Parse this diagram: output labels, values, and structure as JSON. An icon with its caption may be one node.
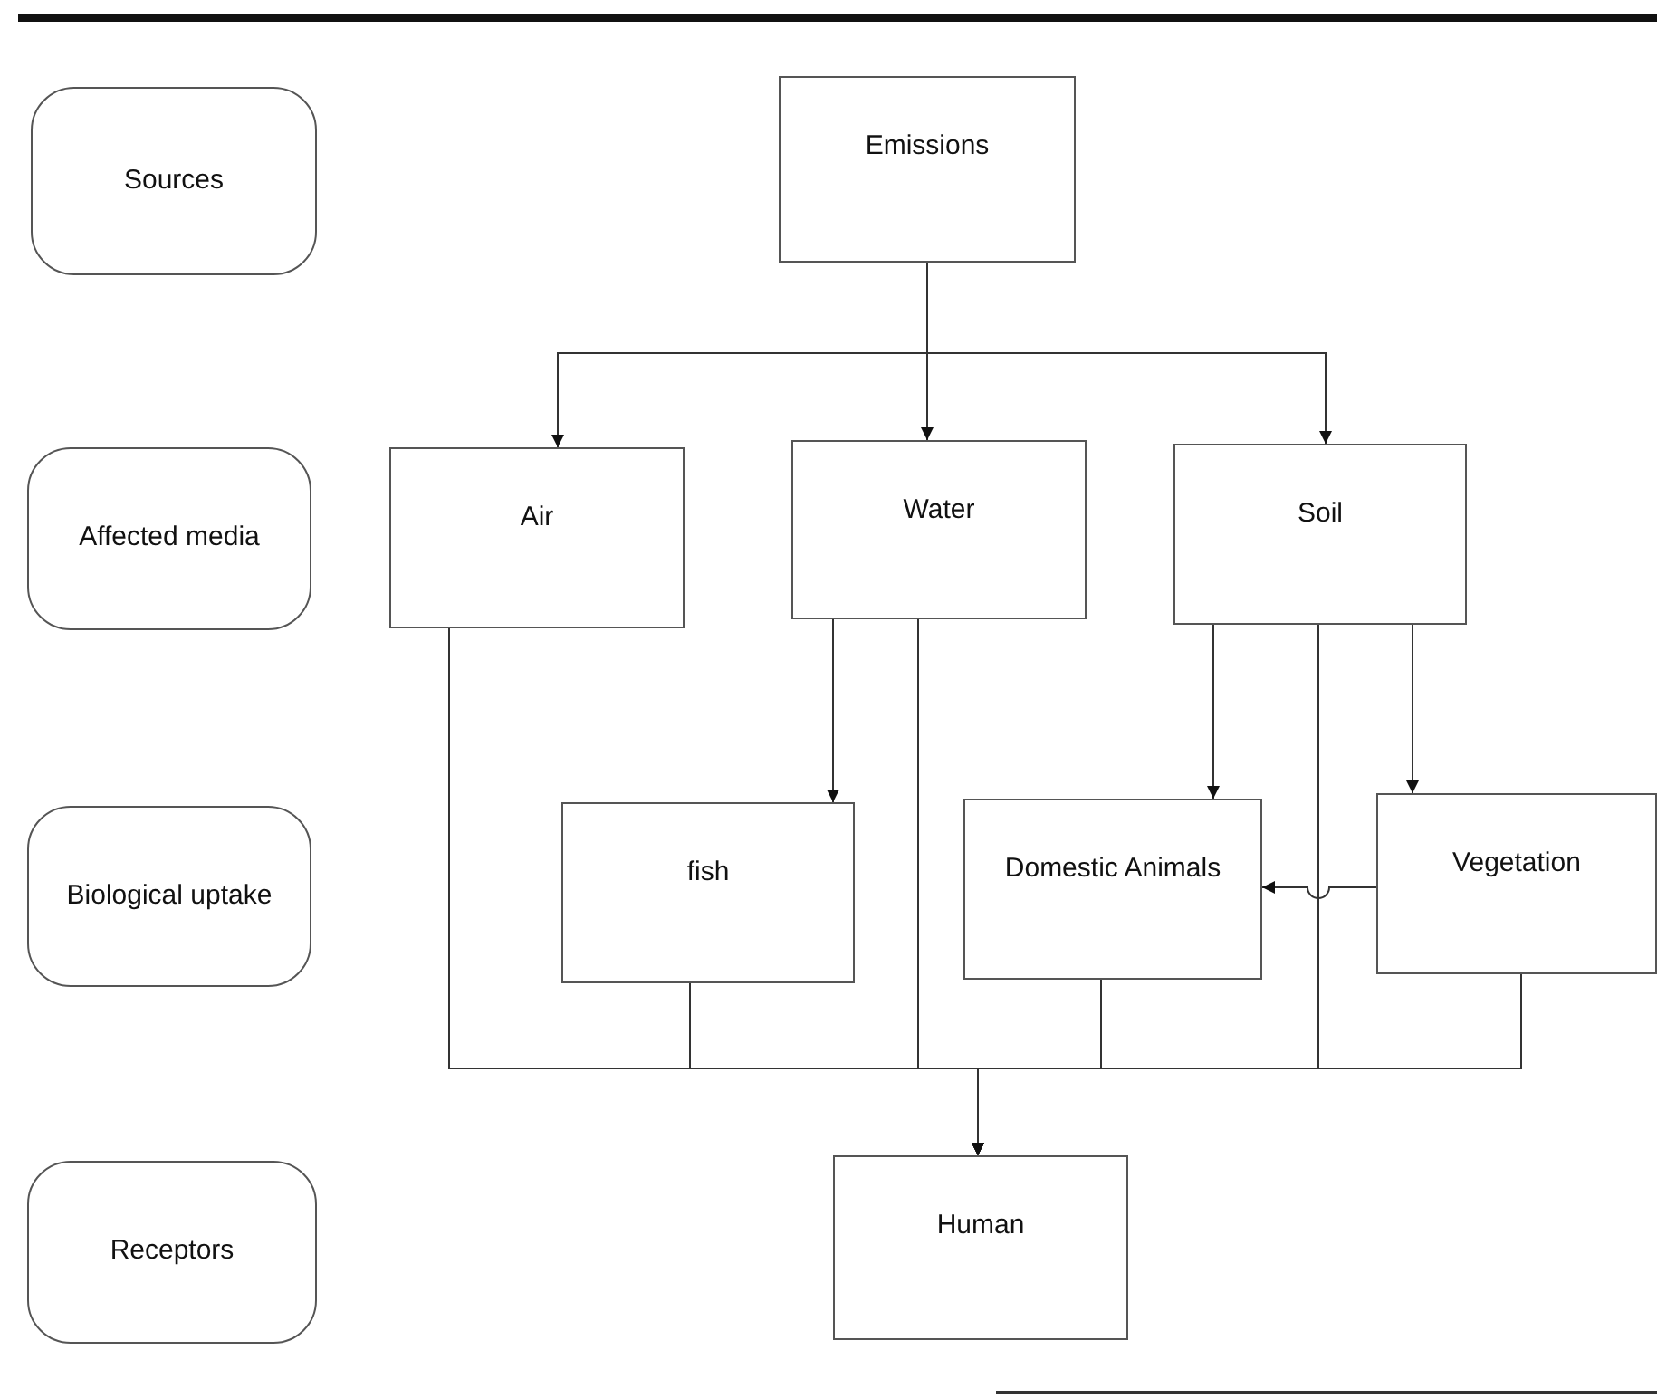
{
  "diagram": {
    "nodes": [
      {
        "text": [
          "Sources"
        ]
      },
      {
        "text": [
          "Emissions"
        ]
      },
      {
        "text": [
          "Affected media"
        ]
      },
      {
        "text": [
          "Air"
        ]
      },
      {
        "text": [
          "Water"
        ]
      },
      {
        "text": [
          "Soil"
        ]
      },
      {
        "text": [
          "Biological uptake"
        ]
      },
      {
        "text": [
          "fish"
        ]
      },
      {
        "text": [
          "Domestic Animals"
        ]
      },
      {
        "text": [
          "Vegetation"
        ]
      },
      {
        "text": [
          "Receptors"
        ]
      },
      {
        "text": [
          "Human"
        ]
      }
    ],
    "edges": [
      {
        "from": 1,
        "to": 3,
        "arrow": "to"
      },
      {
        "from": 1,
        "to": 4,
        "arrow": "to"
      },
      {
        "from": 1,
        "to": 5,
        "arrow": "to"
      },
      {
        "from": 4,
        "to": 7,
        "arrow": "to"
      },
      {
        "from": 5,
        "to": 8,
        "arrow": "to"
      },
      {
        "from": 5,
        "to": 9,
        "arrow": "to"
      },
      {
        "from": 9,
        "to": 8,
        "arrow": "to"
      },
      {
        "from": 3,
        "to": 11,
        "arrow": "to"
      },
      {
        "from": 7,
        "to": 11,
        "arrow": "to"
      },
      {
        "from": 4,
        "to": 11,
        "arrow": "to"
      },
      {
        "from": 8,
        "to": 11,
        "arrow": "to"
      },
      {
        "from": 5,
        "to": 11,
        "arrow": "to"
      },
      {
        "from": 9,
        "to": 11,
        "arrow": "to"
      }
    ]
  }
}
